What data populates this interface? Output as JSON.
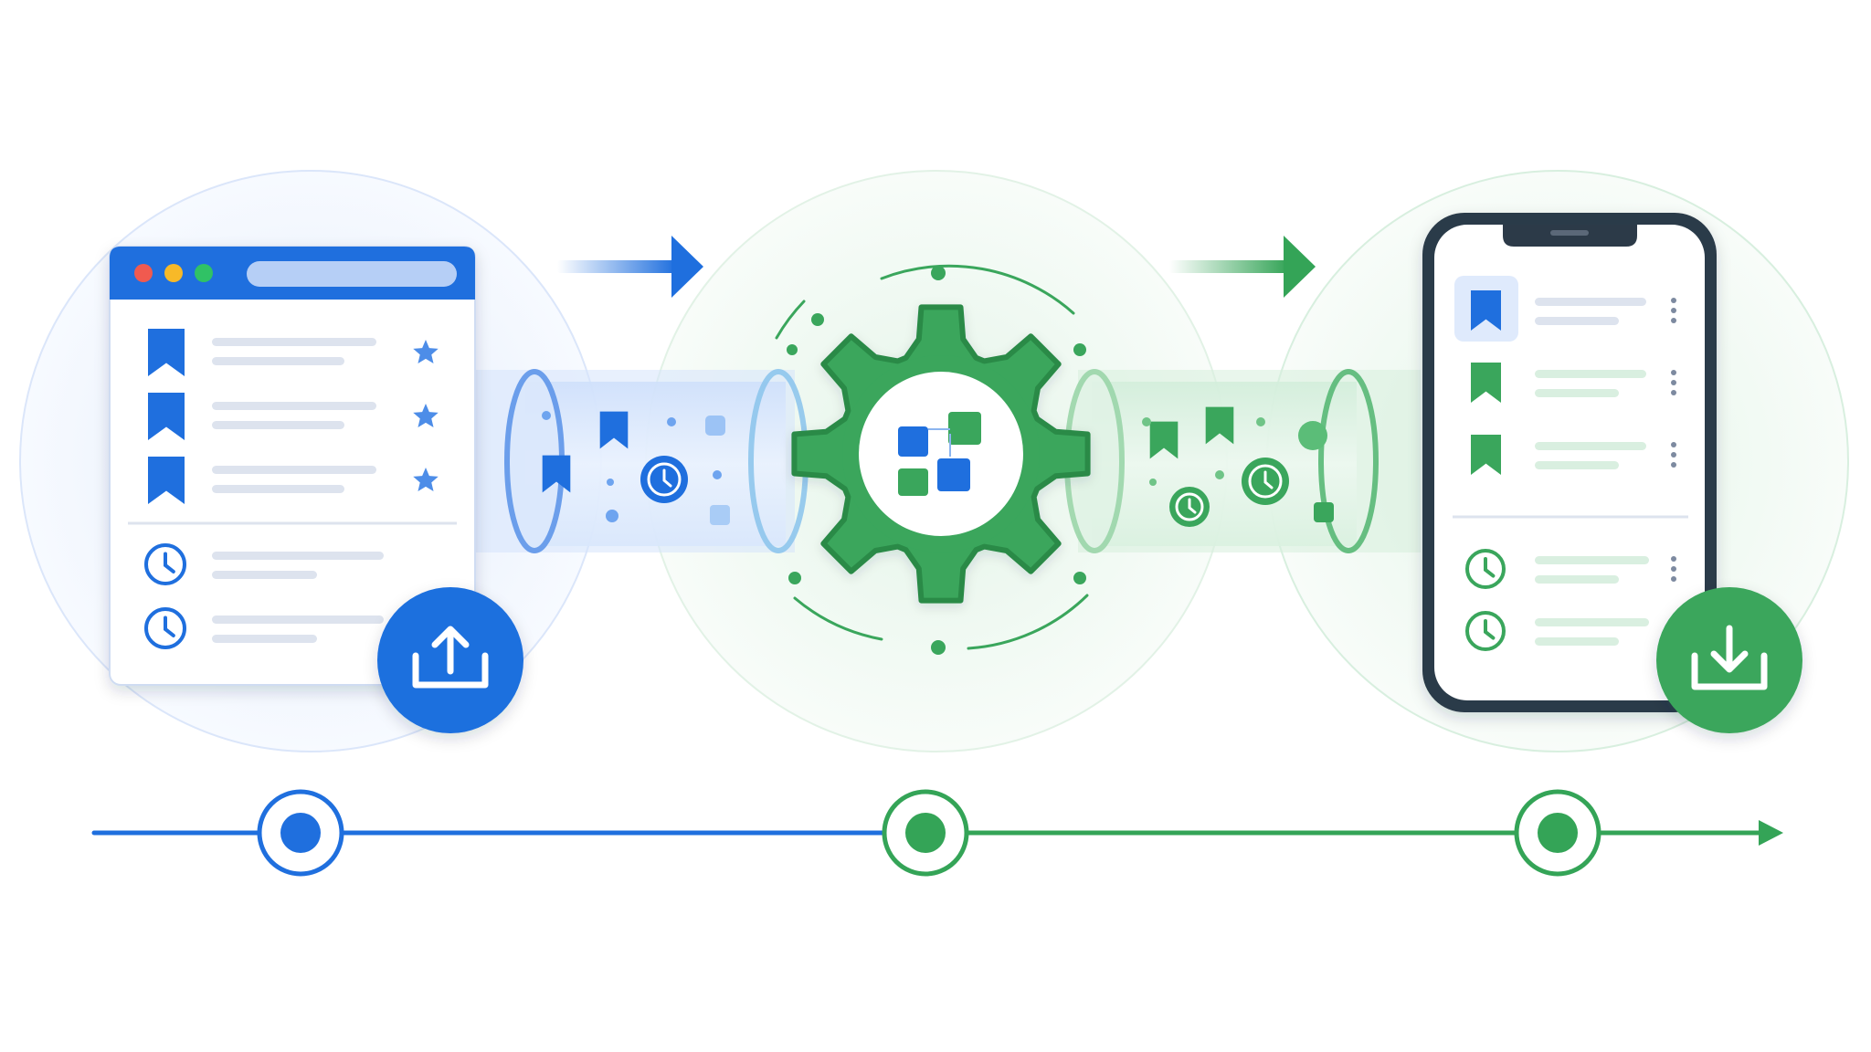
{
  "colors": {
    "blue": "#1f6fde",
    "blue_light": "#cfe0fb",
    "green": "#34a457",
    "green_dark": "#2a8a47",
    "green_light": "#d6efdc",
    "browser_close": "#f05a4f",
    "browser_minimize": "#f7b928",
    "browser_maximize": "#30c265",
    "placeholder_line": "#dde3ee",
    "phone_frame": "#2c3a48"
  },
  "diagram": {
    "stages": [
      {
        "id": "source",
        "device": "browser-window",
        "accent": "blue",
        "action_icon": "upload-icon"
      },
      {
        "id": "processing",
        "device": "gear",
        "accent": "green",
        "action_icon": "grid-squares-icon"
      },
      {
        "id": "destination",
        "device": "smartphone",
        "accent": "green",
        "action_icon": "download-icon"
      }
    ],
    "browser": {
      "bookmark_rows": [
        {
          "icon": "bookmark-icon",
          "trailing_icon": "star-icon"
        },
        {
          "icon": "bookmark-icon",
          "trailing_icon": "star-icon"
        },
        {
          "icon": "bookmark-icon",
          "trailing_icon": "star-icon"
        }
      ],
      "history_rows": [
        {
          "icon": "clock-icon"
        },
        {
          "icon": "clock-icon"
        }
      ]
    },
    "phone": {
      "bookmark_rows": [
        {
          "icon": "bookmark-icon",
          "selected": true,
          "trailing_icon": "more-vertical-icon"
        },
        {
          "icon": "bookmark-icon",
          "selected": false,
          "trailing_icon": "more-vertical-icon"
        },
        {
          "icon": "bookmark-icon",
          "selected": false,
          "trailing_icon": "more-vertical-icon"
        }
      ],
      "history_rows": [
        {
          "icon": "clock-icon",
          "trailing_icon": "more-vertical-icon"
        },
        {
          "icon": "clock-icon",
          "trailing_icon": "more-vertical-icon"
        }
      ]
    },
    "pipes": [
      {
        "from": "source",
        "to": "processing",
        "contents": [
          "bookmark-icon",
          "bookmark-icon",
          "clock-icon"
        ]
      },
      {
        "from": "processing",
        "to": "destination",
        "contents": [
          "bookmark-icon",
          "bookmark-icon",
          "clock-icon",
          "clock-icon"
        ]
      }
    ],
    "arrows": [
      {
        "from": "source",
        "to": "processing",
        "color": "blue"
      },
      {
        "from": "processing",
        "to": "destination",
        "color": "green"
      }
    ],
    "timeline": {
      "markers": [
        "source",
        "processing",
        "destination"
      ],
      "direction": "right"
    }
  }
}
